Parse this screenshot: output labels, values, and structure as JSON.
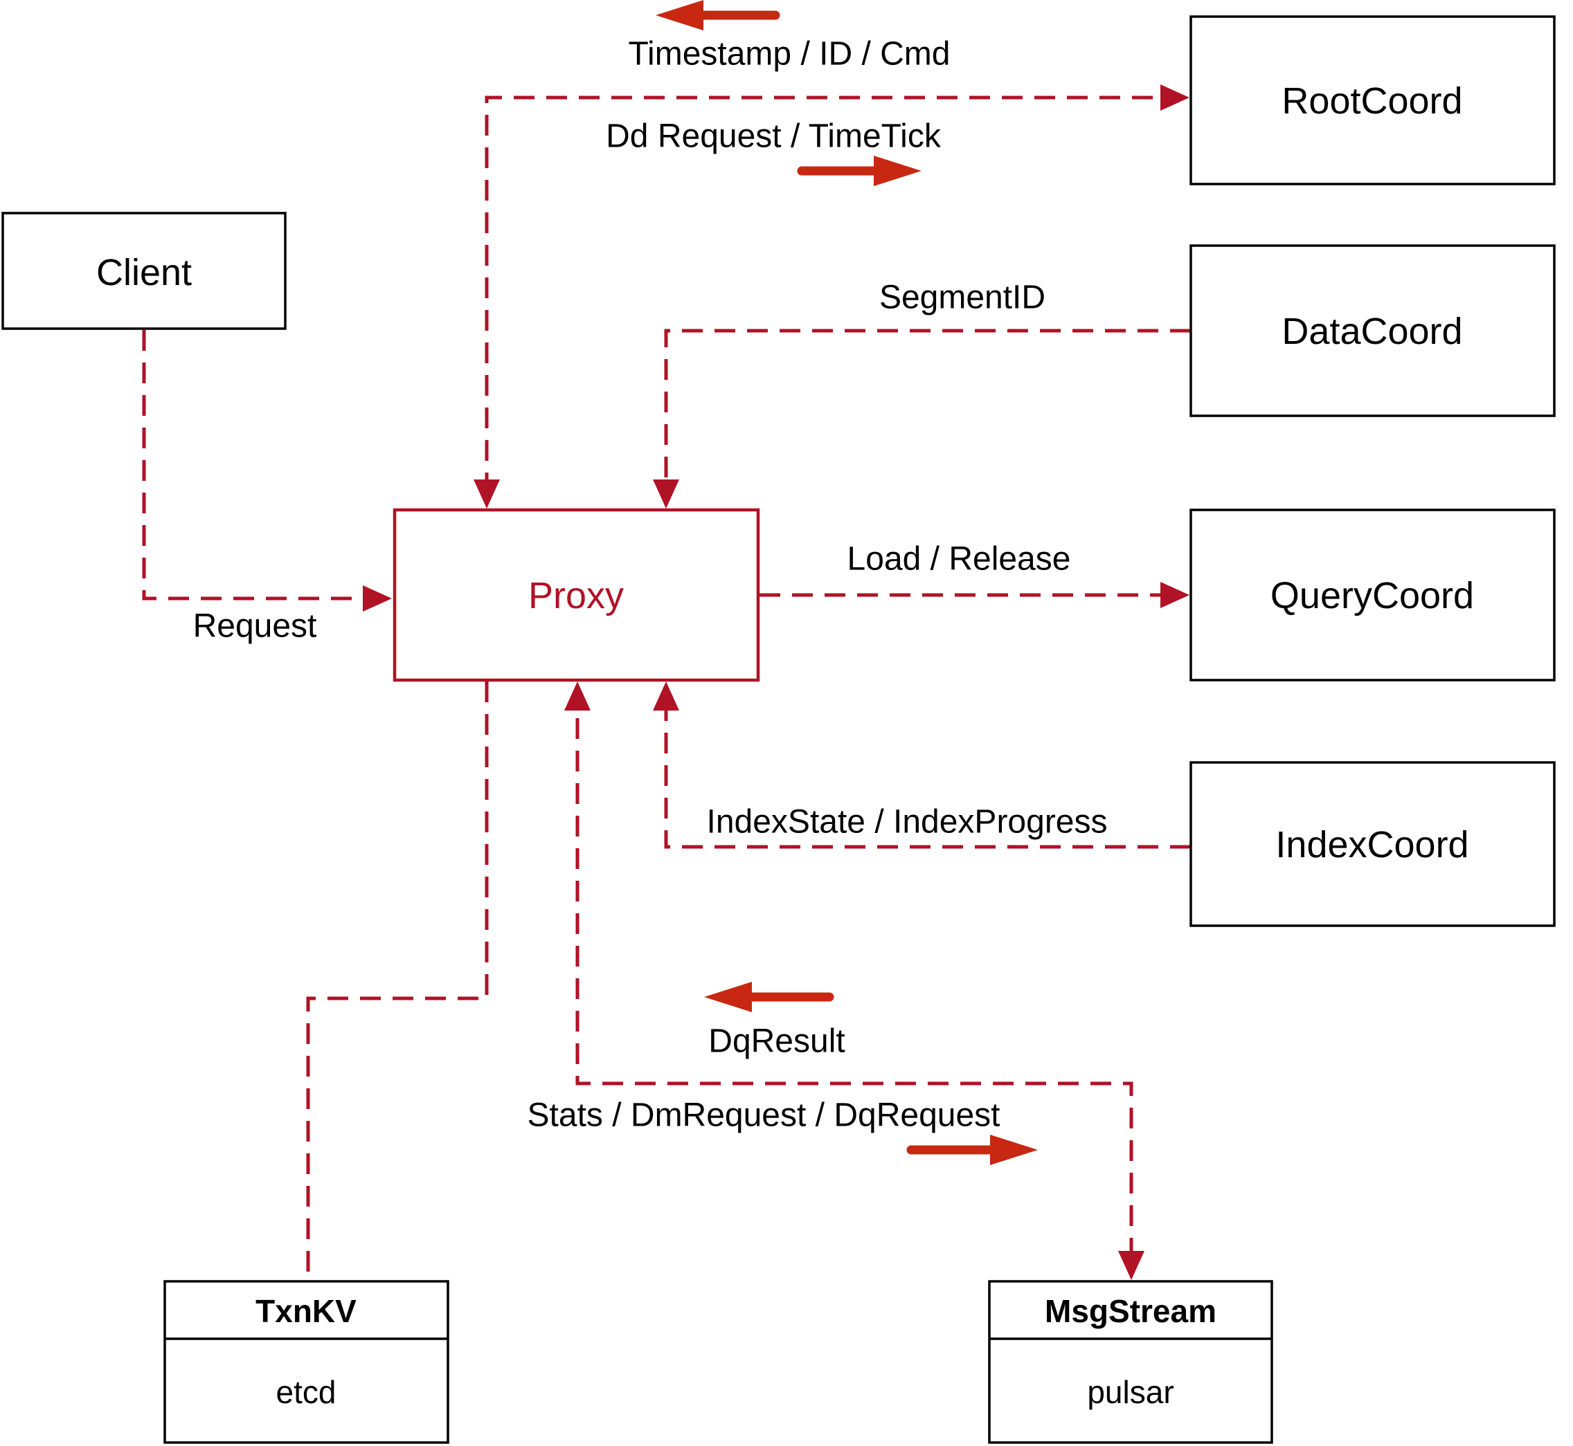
{
  "colors": {
    "dashed_line": "#b01226",
    "solid_arrow": "#c82811",
    "box_border": "#000000",
    "proxy_red": "#b01226",
    "background": "#ffffff"
  },
  "nodes": {
    "client": {
      "label": "Client"
    },
    "proxy": {
      "label": "Proxy"
    },
    "root_coord": {
      "label": "RootCoord"
    },
    "data_coord": {
      "label": "DataCoord"
    },
    "query_coord": {
      "label": "QueryCoord"
    },
    "index_coord": {
      "label": "IndexCoord"
    },
    "txn_kv": {
      "title": "TxnKV",
      "body": "etcd"
    },
    "msg_stream": {
      "title": "MsgStream",
      "body": "pulsar"
    }
  },
  "edge_labels": {
    "timestamp": "Timestamp / ID / Cmd",
    "dd_request": "Dd Request / TimeTick",
    "segment_id": "SegmentID",
    "request": "Request",
    "load_release": "Load / Release",
    "index_state": "IndexState / IndexProgress",
    "dq_result": "DqResult",
    "stats": "Stats / DmRequest / DqRequest"
  }
}
